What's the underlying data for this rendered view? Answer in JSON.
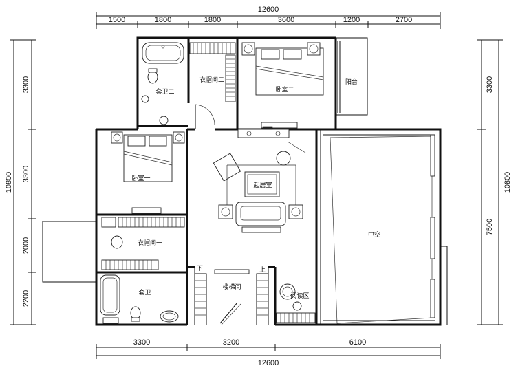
{
  "top_dimensions": {
    "total": "12600",
    "segments": [
      "1500",
      "1800",
      "1800",
      "3600",
      "1200",
      "2700"
    ]
  },
  "bottom_dimensions": {
    "total": "12600",
    "segments": [
      "3300",
      "3200",
      "6100"
    ]
  },
  "left_dimensions": {
    "total": "10800",
    "segments": [
      "3300",
      "3300",
      "2000",
      "2200"
    ]
  },
  "right_dimensions": {
    "total": "10800",
    "segments": [
      "3300",
      "7500"
    ]
  },
  "rooms": {
    "suite_bath_2": "套卫二",
    "cloakroom_2": "衣帽间二",
    "bedroom_2": "卧室二",
    "balcony": "阳台",
    "bedroom_1": "卧室一",
    "living_room": "起居室",
    "void": "中空",
    "cloakroom_1": "衣帽间一",
    "suite_bath_1": "套卫一",
    "stairwell": "楼梯间",
    "reading_area": "阅读区"
  },
  "stair_labels": {
    "down": "下",
    "up": "上"
  }
}
